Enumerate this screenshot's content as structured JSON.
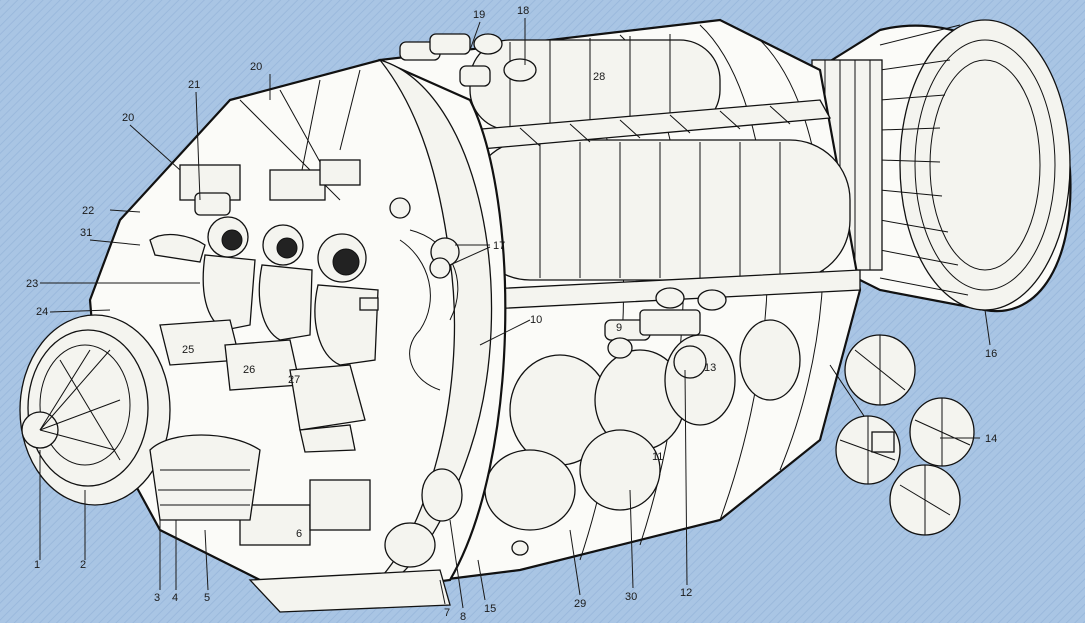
{
  "diagram": {
    "background_color": "#a9c5e4",
    "line_color": "#111111",
    "fill_color": "#fbfbf8",
    "callouts": [
      {
        "id": "c1",
        "text": "1"
      },
      {
        "id": "c2",
        "text": "2"
      },
      {
        "id": "c3",
        "text": "3"
      },
      {
        "id": "c4",
        "text": "4"
      },
      {
        "id": "c5",
        "text": "5"
      },
      {
        "id": "c6",
        "text": "6"
      },
      {
        "id": "c7",
        "text": "7"
      },
      {
        "id": "c8",
        "text": "8"
      },
      {
        "id": "c9",
        "text": "9"
      },
      {
        "id": "c10",
        "text": "10"
      },
      {
        "id": "c11",
        "text": "11"
      },
      {
        "id": "c12",
        "text": "12"
      },
      {
        "id": "c13",
        "text": "13"
      },
      {
        "id": "c14",
        "text": "14"
      },
      {
        "id": "c15",
        "text": "15"
      },
      {
        "id": "c16",
        "text": "16"
      },
      {
        "id": "c17",
        "text": "17"
      },
      {
        "id": "c18",
        "text": "18"
      },
      {
        "id": "c19",
        "text": "19"
      },
      {
        "id": "c20a",
        "text": "20"
      },
      {
        "id": "c20b",
        "text": "20"
      },
      {
        "id": "c21",
        "text": "21"
      },
      {
        "id": "c22",
        "text": "22"
      },
      {
        "id": "c23",
        "text": "23"
      },
      {
        "id": "c24",
        "text": "24"
      },
      {
        "id": "c25",
        "text": "25"
      },
      {
        "id": "c26",
        "text": "26"
      },
      {
        "id": "c27",
        "text": "27"
      },
      {
        "id": "c28",
        "text": "28"
      },
      {
        "id": "c29",
        "text": "29"
      },
      {
        "id": "c30",
        "text": "30"
      },
      {
        "id": "c31",
        "text": "31"
      }
    ]
  }
}
